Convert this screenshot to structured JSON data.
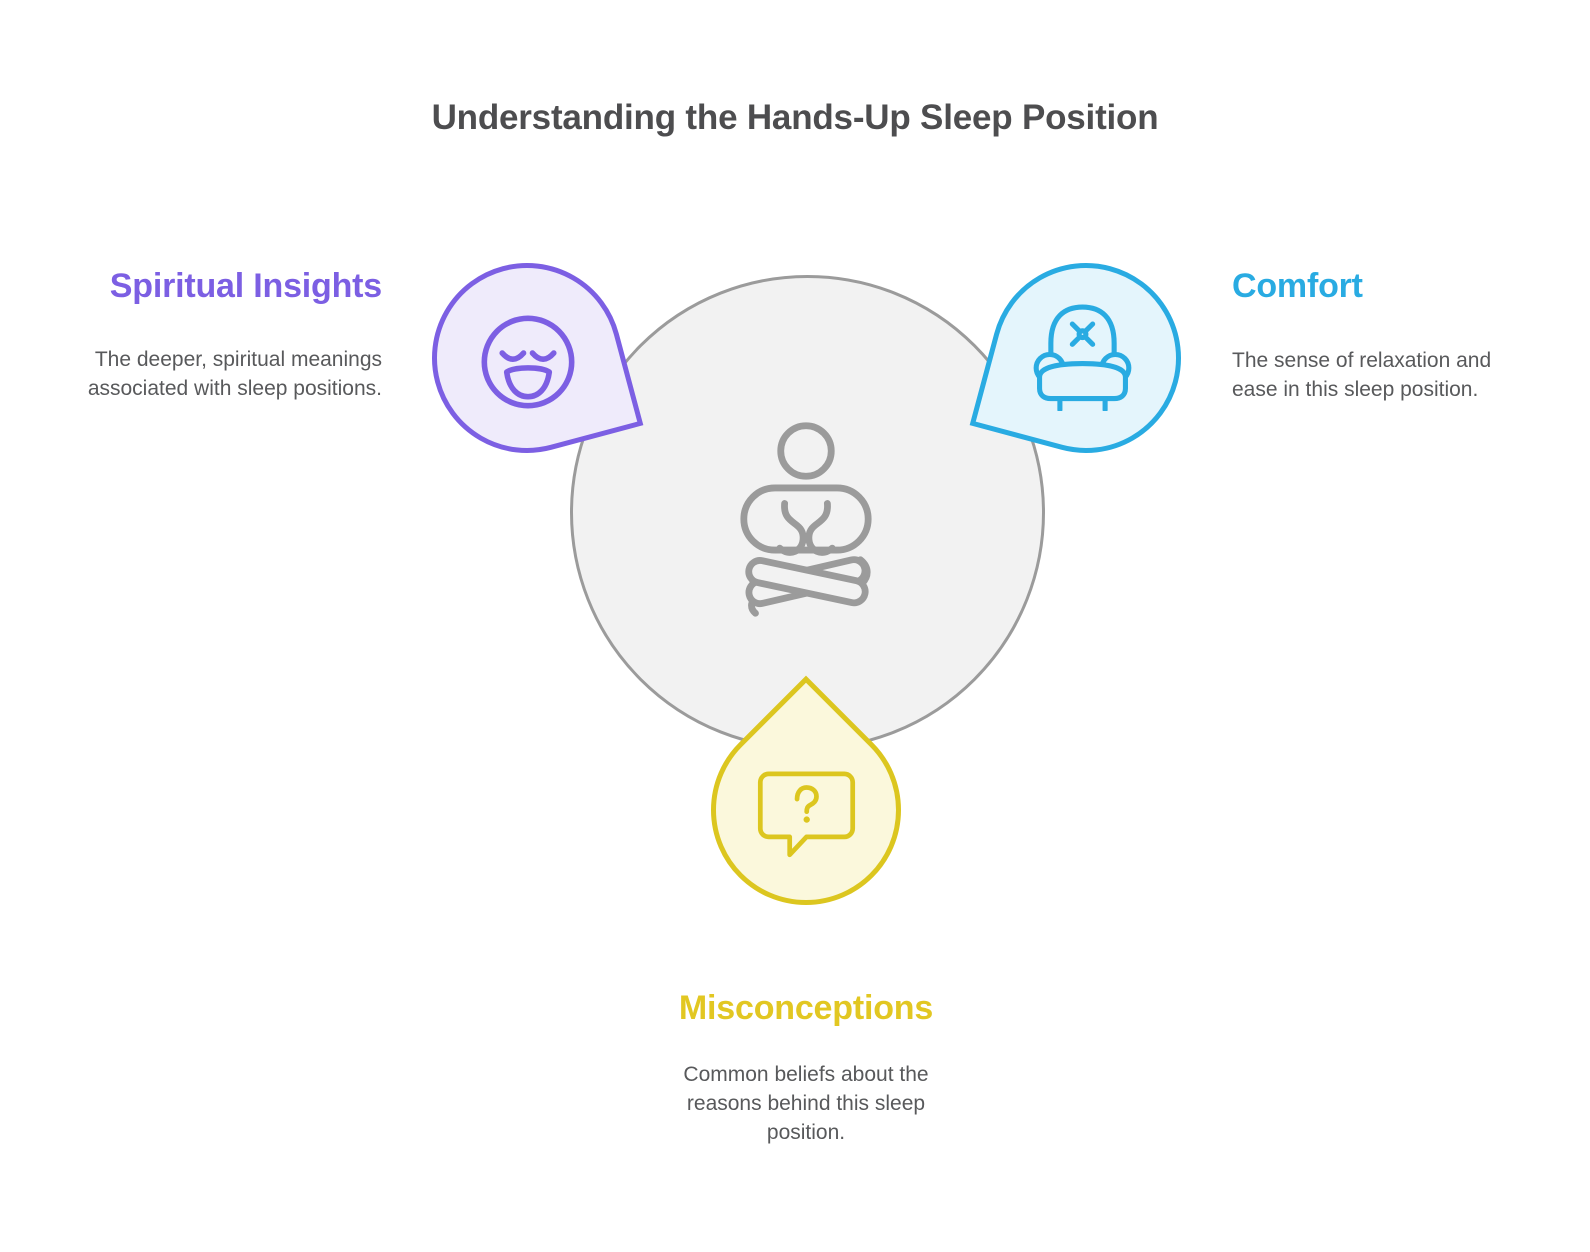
{
  "title": "Understanding the Hands-Up Sleep Position",
  "center": {
    "icon": "meditating-person-icon",
    "circle_fill": "#F2F2F2",
    "circle_stroke": "#9B9B9B"
  },
  "sections": {
    "spiritual": {
      "label": "Spiritual Insights",
      "description": "The deeper, spiritual meanings associated with sleep positions.",
      "icon": "relaxed-face-icon",
      "accent_color": "#7C5FE3",
      "fill_color": "#EFEBFB"
    },
    "comfort": {
      "label": "Comfort",
      "description": "The sense of relaxation and ease in this sleep position.",
      "icon": "armchair-icon",
      "accent_color": "#29ABE2",
      "fill_color": "#E4F5FC"
    },
    "misconceptions": {
      "label": "Misconceptions",
      "description": "Common beliefs about the reasons behind this sleep position.",
      "icon": "question-bubble-icon",
      "accent_color": "#E2C722",
      "fill_color": "#FBF8DC"
    }
  },
  "colors": {
    "background": "#FFFFFF",
    "title_text": "#4D4D4F",
    "body_text": "#58595B"
  }
}
